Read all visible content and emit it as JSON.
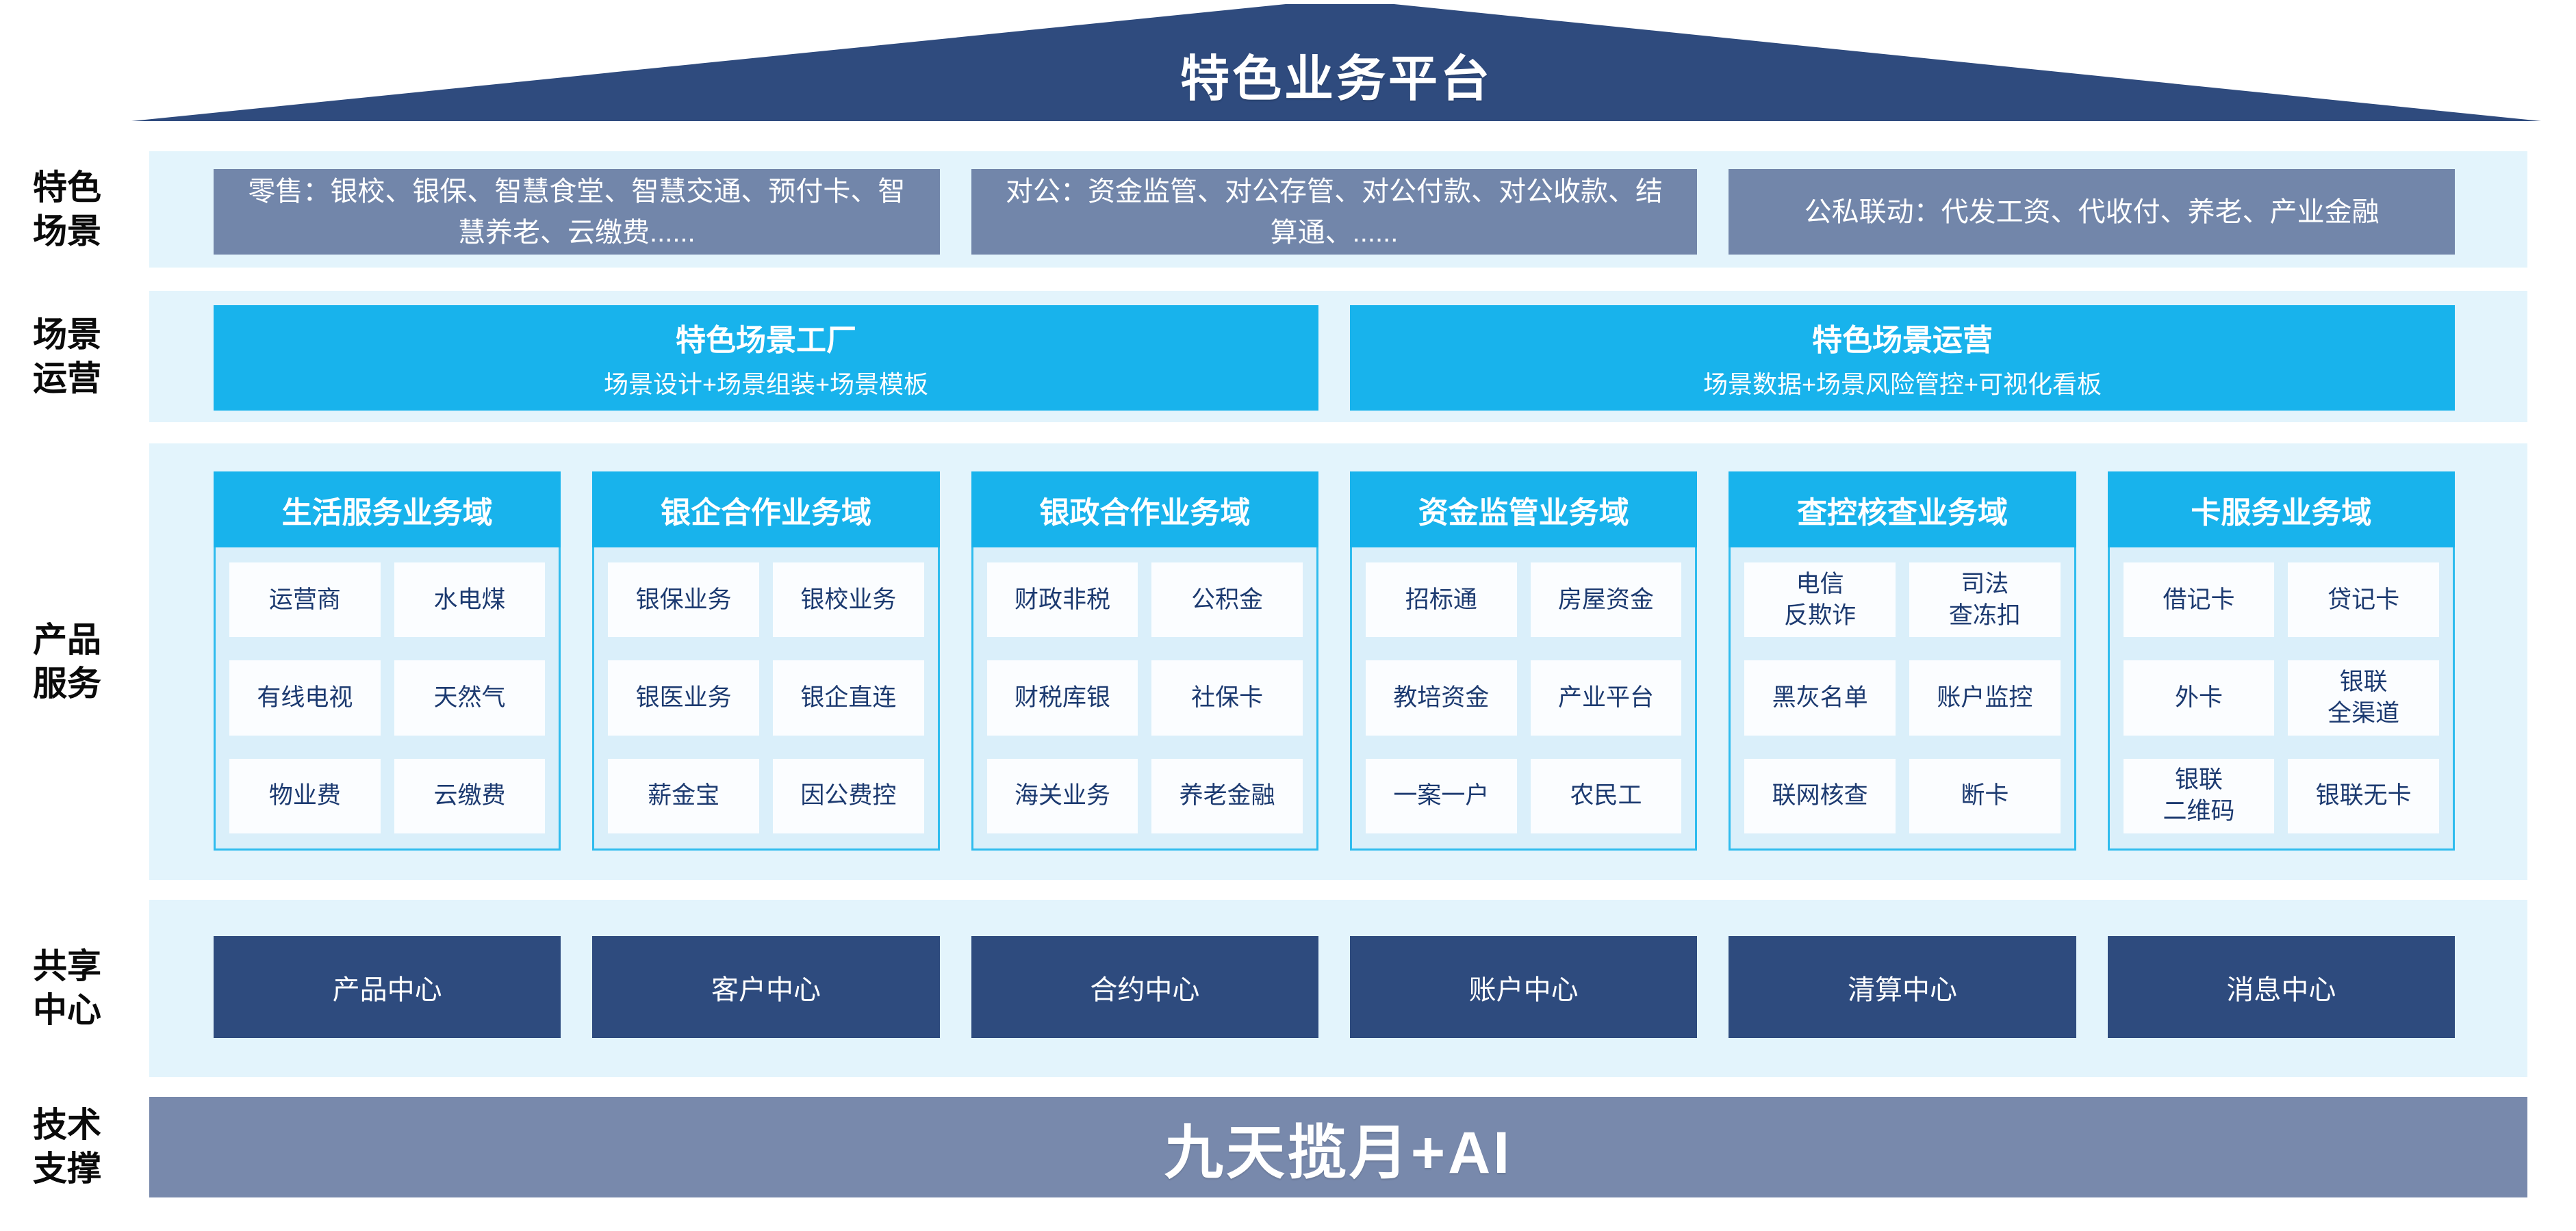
{
  "roof": {
    "title": "特色业务平台"
  },
  "side_labels": [
    "特色\n场景",
    "场景\n运营",
    "产品\n服务",
    "共享\n中心",
    "技术\n支撑"
  ],
  "scenes": {
    "boxes": [
      "零售：银校、银保、智慧食堂、智慧交通、预付卡、智慧养老、云缴费......",
      "对公：资金监管、对公存管、对公付款、对公收款、结算通、......",
      "公私联动：代发工资、代收付、养老、产业金融"
    ]
  },
  "operations": {
    "boxes": [
      {
        "title": "特色场景工厂",
        "subtitle": "场景设计+场景组装+场景模板"
      },
      {
        "title": "特色场景运营",
        "subtitle": "场景数据+场景风险管控+可视化看板"
      }
    ]
  },
  "products": {
    "columns": [
      {
        "header": "生活服务业务域",
        "items": [
          "运营商",
          "水电煤",
          "有线电视",
          "天然气",
          "物业费",
          "云缴费"
        ]
      },
      {
        "header": "银企合作业务域",
        "items": [
          "银保业务",
          "银校业务",
          "银医业务",
          "银企直连",
          "薪金宝",
          "因公费控"
        ]
      },
      {
        "header": "银政合作业务域",
        "items": [
          "财政非税",
          "公积金",
          "财税库银",
          "社保卡",
          "海关业务",
          "养老金融"
        ]
      },
      {
        "header": "资金监管业务域",
        "items": [
          "招标通",
          "房屋资金",
          "教培资金",
          "产业平台",
          "一案一户",
          "农民工"
        ]
      },
      {
        "header": "查控核查业务域",
        "items": [
          "电信\n反欺诈",
          "司法\n查冻扣",
          "黑灰名单",
          "账户监控",
          "联网核查",
          "断卡"
        ]
      },
      {
        "header": "卡服务业务域",
        "items": [
          "借记卡",
          "贷记卡",
          "外卡",
          "银联\n全渠道",
          "银联\n二维码",
          "银联无卡"
        ]
      }
    ]
  },
  "shared_centers": [
    "产品中心",
    "客户中心",
    "合约中心",
    "账户中心",
    "清算中心",
    "消息中心"
  ],
  "tech_support": {
    "label": "九天揽月+AI"
  },
  "colors": {
    "roof_navy": "#2f4b7e",
    "center_navy": "#2e4b7e",
    "slate_box": "#7286aa",
    "tech_bar": "#7889ac",
    "cyan_accent": "#18b3ec",
    "band_light_blue": "#e3f4fc",
    "cell_text_navy": "#1c3a70"
  }
}
